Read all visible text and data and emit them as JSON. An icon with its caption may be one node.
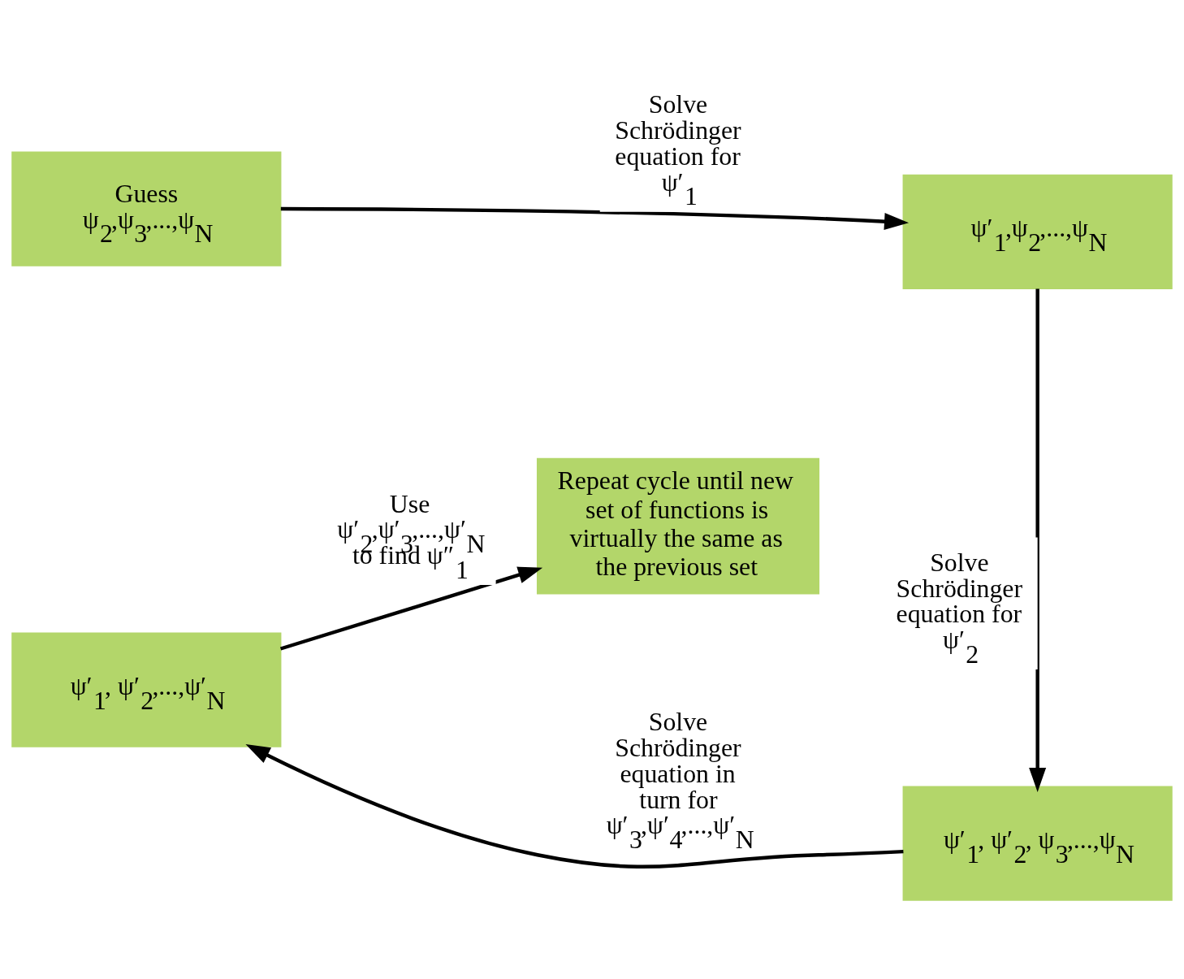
{
  "diagram": {
    "nodes": [
      {
        "text": [
          "Guess",
          "ψ$_{2}$,ψ$_{3}$,...,ψ$_{N}$"
        ]
      },
      {
        "text": [
          "ψ′$_{1}$,ψ$_{2}$,...,ψ$_{N}$"
        ]
      },
      {
        "text": [
          "ψ′$_{1}$, ψ′$_{2}$, ψ$_{3}$,...,ψ$_{N}$"
        ]
      },
      {
        "text": [
          "ψ′$_{1}$, ψ′$_{2}$,...,ψ′$_{N}$"
        ]
      },
      {
        "text": [
          "Repeat cycle until new set of functions is virtually the same as the previous set"
        ]
      }
    ],
    "edges": [
      {
        "from": 0,
        "to": 1,
        "arrow": "to",
        "label": "Solve Schrödinger equation for ψ′$_{1}$"
      },
      {
        "from": 1,
        "to": 2,
        "arrow": "to",
        "label": "Solve Schrödinger equation for ψ′$_{2}$"
      },
      {
        "from": 2,
        "to": 3,
        "arrow": "to",
        "label": "Solve Schrödinger equation in turn for ψ′$_{3}$,ψ′$_{4}$,...,ψ′$_{N}$"
      },
      {
        "from": 3,
        "to": 4,
        "arrow": "to",
        "label": "Use ψ′$_{2}$,ψ′$_{3}$,...,ψ′$_{N}$ to find ψ″$_{1}$"
      }
    ]
  }
}
